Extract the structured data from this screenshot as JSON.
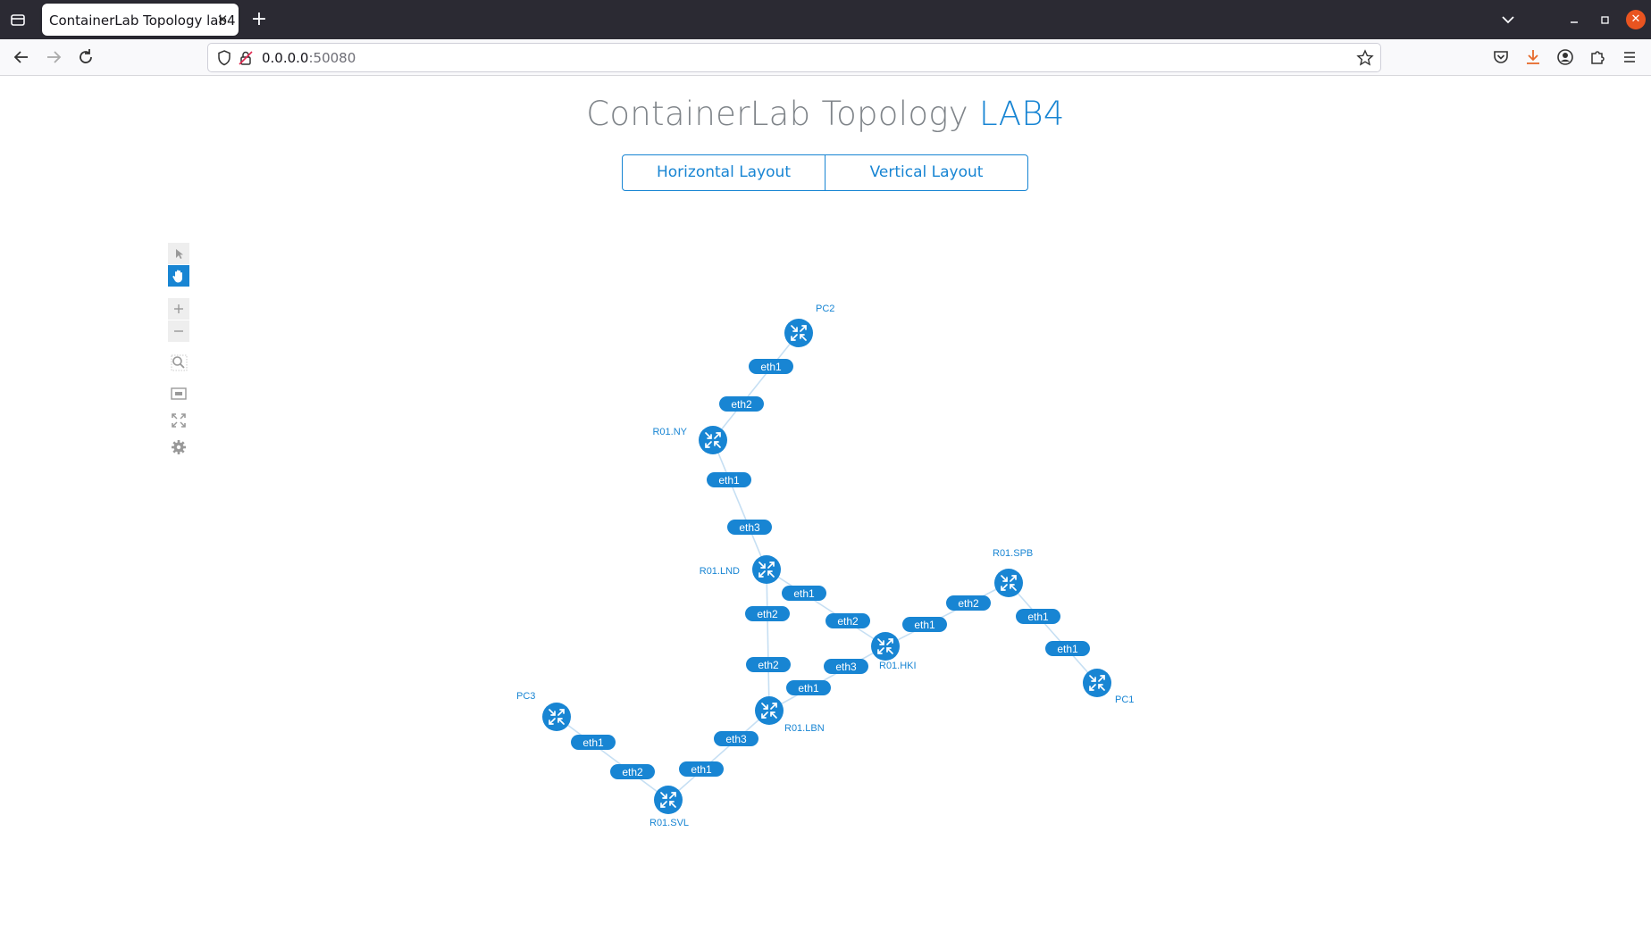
{
  "browser": {
    "tab_title": "ContainerLab Topology lab4",
    "tab_close": "✕",
    "new_tab": "+",
    "url_host": "0.0.0.0",
    "url_port": ":50080"
  },
  "page": {
    "title_prefix": "ContainerLab Topology ",
    "title_lab": "LAB4",
    "horizontal_layout": "Horizontal Layout",
    "vertical_layout": "Vertical Layout"
  },
  "colors": {
    "accent": "#1885d3",
    "link": "#c6dff3"
  },
  "topology": {
    "nodes": [
      {
        "id": "PC2",
        "label": "PC2"
      },
      {
        "id": "R01.NY",
        "label": "R01.NY"
      },
      {
        "id": "R01.LND",
        "label": "R01.LND"
      },
      {
        "id": "R01.SPB",
        "label": "R01.SPB"
      },
      {
        "id": "R01.HKI",
        "label": "R01.HKI"
      },
      {
        "id": "PC1",
        "label": "PC1"
      },
      {
        "id": "PC3",
        "label": "PC3"
      },
      {
        "id": "R01.LBN",
        "label": "R01.LBN"
      },
      {
        "id": "R01.SVL",
        "label": "R01.SVL"
      }
    ],
    "links": [
      {
        "a": "PC2",
        "a_port": "eth1",
        "b": "R01.NY",
        "b_port": "eth2"
      },
      {
        "a": "R01.NY",
        "a_port": "eth1",
        "b": "R01.LND",
        "b_port": "eth3"
      },
      {
        "a": "R01.LND",
        "a_port": "eth1",
        "b": "R01.HKI",
        "b_port": "eth2"
      },
      {
        "a": "R01.LND",
        "a_port": "eth2",
        "b": "R01.LBN",
        "b_port": "eth2"
      },
      {
        "a": "R01.HKI",
        "a_port": "eth1",
        "b": "R01.SPB",
        "b_port": "eth2"
      },
      {
        "a": "R01.SPB",
        "a_port": "eth1",
        "b": "PC1",
        "b_port": "eth1"
      },
      {
        "a": "R01.HKI",
        "a_port": "eth3",
        "b": "R01.LBN",
        "b_port": "eth1"
      },
      {
        "a": "R01.LBN",
        "a_port": "eth3",
        "b": "R01.SVL",
        "b_port": "eth1"
      },
      {
        "a": "PC3",
        "a_port": "eth1",
        "b": "R01.SVL",
        "b_port": "eth2"
      }
    ]
  }
}
